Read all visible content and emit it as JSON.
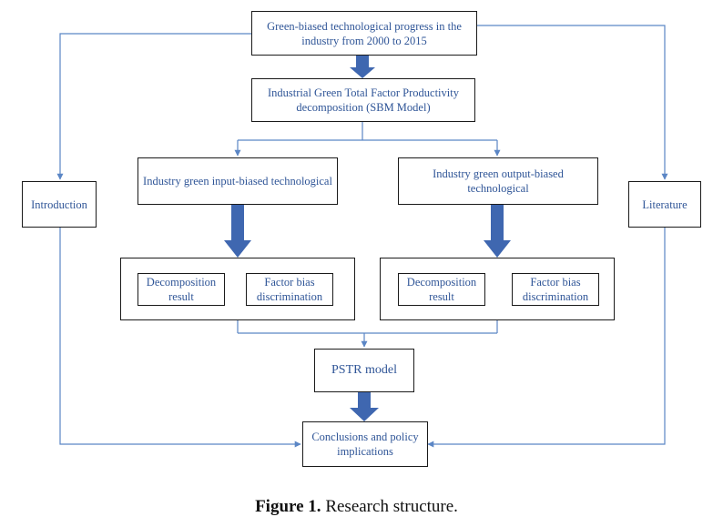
{
  "nodes": {
    "top": "Green-biased technological progress in the industry from 2000 to 2015",
    "sbm": "Industrial Green Total Factor Productivity decomposition (SBM Model)",
    "input_biased": "Industry green input-biased technological",
    "output_biased": "Industry green output-biased technological",
    "introduction": "Introduction",
    "literature": "Literature",
    "left_decomposition": "Decomposition result",
    "left_factor_bias": "Factor bias discrimination",
    "right_decomposition": "Decomposition result",
    "right_factor_bias": "Factor bias discrimination",
    "pstr": "PSTR model",
    "conclusions": "Conclusions and policy implications"
  },
  "caption": {
    "label": "Figure 1.",
    "text": " Research structure."
  },
  "colors": {
    "text": "#2f5597",
    "connector": "#5b86c5",
    "block_arrow": "#3f67b0",
    "border": "#1a1a1a"
  }
}
